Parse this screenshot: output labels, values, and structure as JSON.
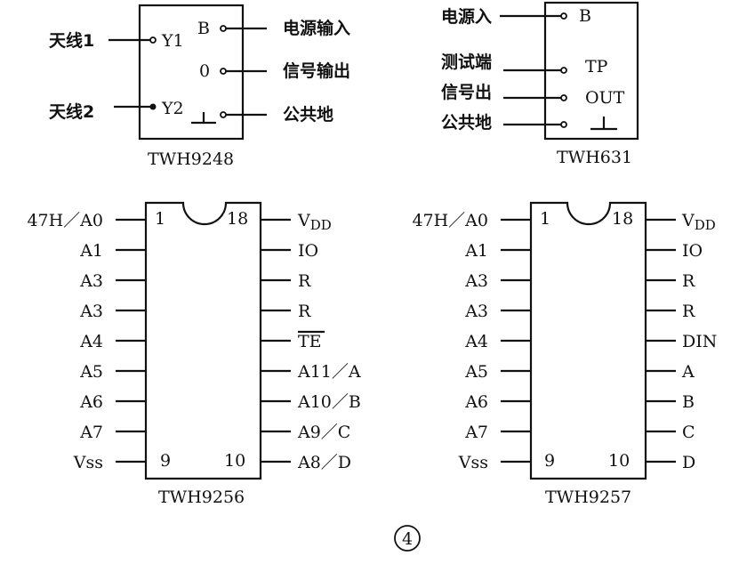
{
  "twh9248": {
    "name": "TWH9248",
    "pin_y1": "Y1",
    "pin_y2": "Y2",
    "pin_b": "B",
    "pin_0": "0",
    "ant1": "天线1",
    "ant2": "天线2",
    "power_in": "电源输入",
    "signal_out": "信号输出",
    "ground": "公共地"
  },
  "twh631": {
    "name": "TWH631",
    "power_in": "电源入",
    "test": "测试端",
    "signal_out": "信号出",
    "ground": "公共地",
    "pin_b": "B",
    "pin_tp": "TP",
    "pin_out": "OUT"
  },
  "twh9256": {
    "name": "TWH9256",
    "pin1": "1",
    "pin18": "18",
    "pin9": "9",
    "pin10": "10",
    "left": [
      "47H／A0",
      "A1",
      "A3",
      "A3",
      "A4",
      "A5",
      "A6",
      "A7",
      "Vss"
    ],
    "right": [
      "VDD",
      "IO",
      "R",
      "R",
      "TE",
      "A11／A",
      "A10／B",
      "A9／C",
      "A8／D"
    ]
  },
  "twh9257": {
    "name": "TWH9257",
    "pin1": "1",
    "pin18": "18",
    "pin9": "9",
    "pin10": "10",
    "left": [
      "47H／A0",
      "A1",
      "A3",
      "A3",
      "A4",
      "A5",
      "A6",
      "A7",
      "Vss"
    ],
    "right": [
      "VDD",
      "IO",
      "R",
      "R",
      "DIN",
      "A",
      "B",
      "C",
      "D"
    ]
  },
  "figure_number": "4"
}
